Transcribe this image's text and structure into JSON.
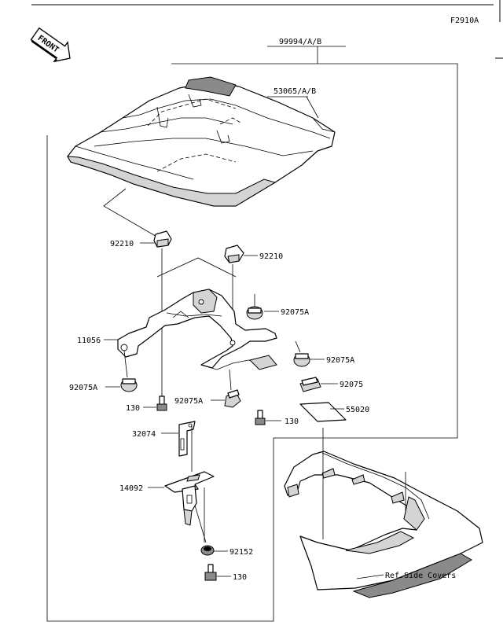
{
  "diagram_code": "F2910A",
  "front_label": "FRONT",
  "labels": {
    "assembly": "99994/A/B",
    "seat_cover": "53065/A/B",
    "clip_left": "92210",
    "clip_right": "92210",
    "damper_1": "92075A",
    "bracket": "11056",
    "damper_2": "92075A",
    "damper_3": "92075A",
    "damper_4": "92075A",
    "damper_5": "92075",
    "bolt_1": "130",
    "bolt_2": "130",
    "pad": "55020",
    "stay": "32074",
    "holder": "14092",
    "washer": "92152",
    "bolt_3": "130",
    "ref_side_covers": "Ref.Side Covers"
  }
}
